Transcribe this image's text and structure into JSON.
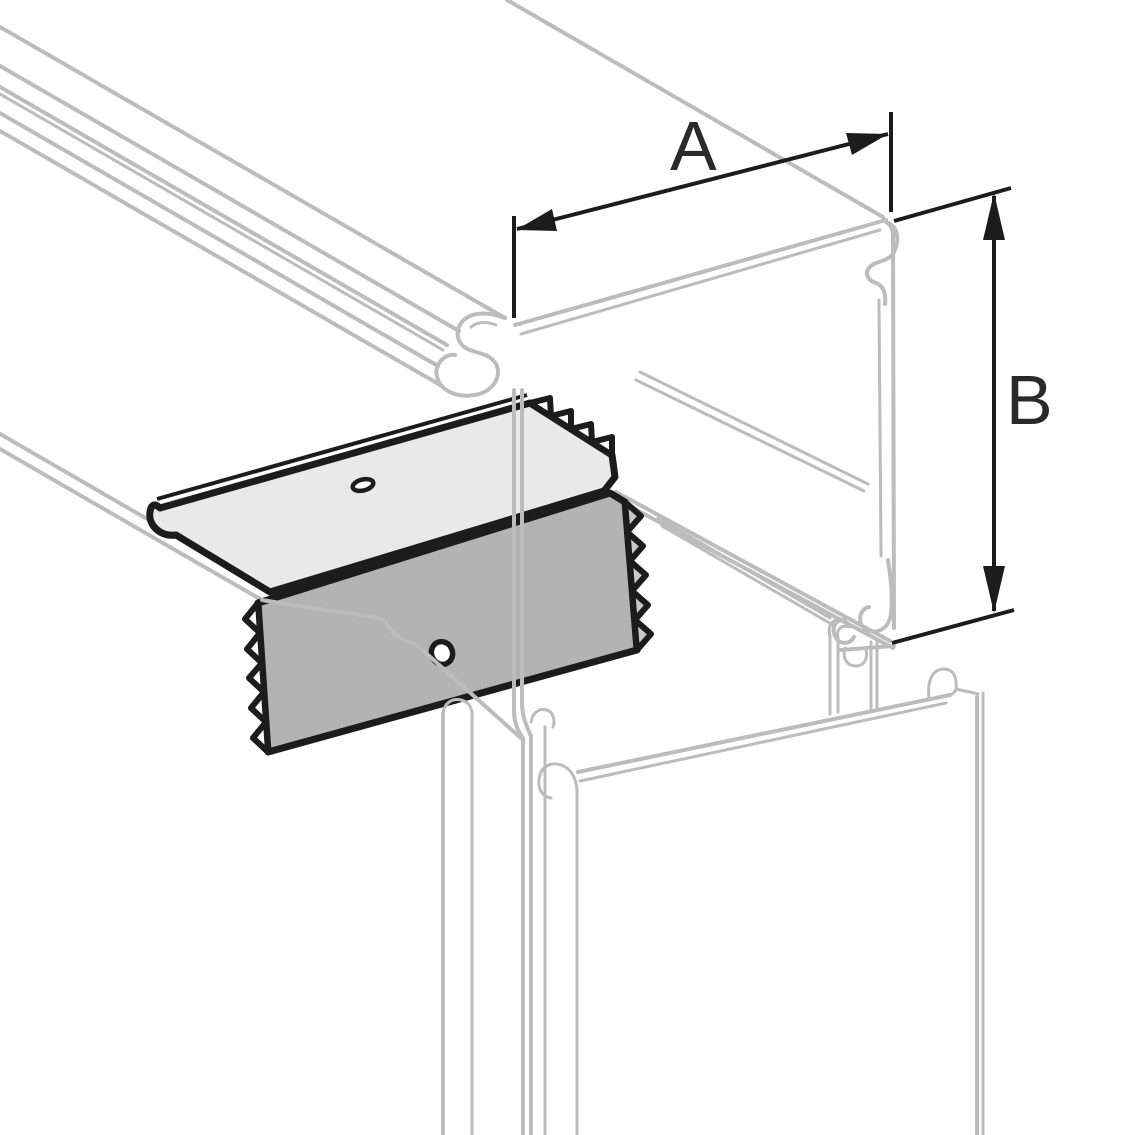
{
  "figure": {
    "type": "technical-illustration",
    "subject": "corner-connector-bracket-with-profiles",
    "dimension_labels": {
      "width": "A",
      "height": "B"
    }
  },
  "colors": {
    "background": "#ffffff",
    "outline_black": "#1c1c1c",
    "profile_line_gray": "#bcbcbc",
    "bracket_top_face": "#e9e9e9",
    "bracket_front_face": "#b3b3b3",
    "bracket_side_teeth": "#cacaca",
    "teeth_white": "#ffffff"
  }
}
